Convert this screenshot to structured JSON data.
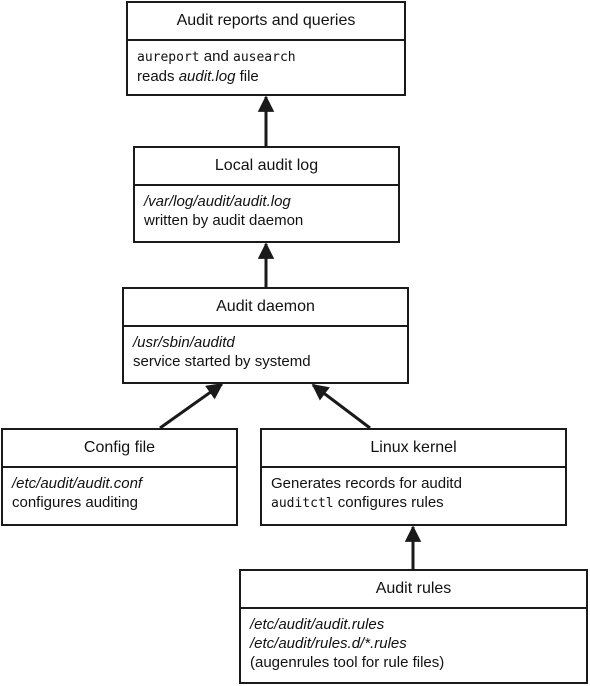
{
  "colors": {
    "stroke": "#1a1a1a",
    "background": "#ffffff"
  },
  "nodes": {
    "reports": {
      "title": "Audit reports and queries",
      "cmd1": "aureport",
      "and": " and ",
      "cmd2": "ausearch",
      "reads": "reads ",
      "file": "audit.log",
      "file_suffix": " file"
    },
    "local_log": {
      "title": "Local audit log",
      "path": "/var/log/audit/audit.log",
      "desc": "written by audit daemon"
    },
    "daemon": {
      "title": "Audit daemon",
      "path": "/usr/sbin/auditd",
      "desc": "service started by systemd"
    },
    "config": {
      "title": "Config file",
      "path": "/etc/audit/audit.conf",
      "desc": "configures auditing"
    },
    "kernel": {
      "title": "Linux kernel",
      "desc1": "Generates records for auditd",
      "cmd": "auditctl",
      "desc2": " configures rules"
    },
    "rules": {
      "title": "Audit rules",
      "path1": "/etc/audit/audit.rules",
      "path2": "/etc/audit/rules.d/*.rules",
      "desc": "(augenrules tool for rule files)"
    }
  },
  "edges": [
    {
      "from": "local_log",
      "to": "reports"
    },
    {
      "from": "daemon",
      "to": "local_log"
    },
    {
      "from": "config",
      "to": "daemon"
    },
    {
      "from": "kernel",
      "to": "daemon"
    },
    {
      "from": "rules",
      "to": "kernel"
    }
  ]
}
